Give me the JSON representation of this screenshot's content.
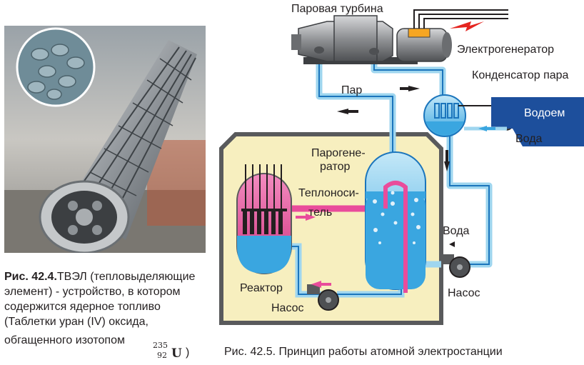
{
  "photo": {
    "description_icon": "fuel-rod-photo"
  },
  "caption_left": {
    "bold": "Рис. 42.4.",
    "line1": "ТВЭЛ (тепловыделяющие",
    "line2": "элемент) - устройство, в котором",
    "line3": "содержится ядерное топливо",
    "line4": "(Таблетки уран (IV) оксида,",
    "line5": "обгащенного изотопом",
    "isotope_mass": "235",
    "isotope_number": "92",
    "isotope_symbol": "U",
    "close_paren": ")"
  },
  "diagram": {
    "labels": {
      "turbine": "Паровая турбина",
      "generator": "Электрогенератор",
      "condenser": "Конденсатор пара",
      "reservoir": "Водоем",
      "water_right": "Вода",
      "steam": "Пар",
      "steam_generator_1": "Парогене-",
      "steam_generator_2": "ратор",
      "coolant_1": "Теплоноси-",
      "coolant_2": "тель",
      "water_mid": "Вода",
      "reactor": "Реактор",
      "pump_right": "Насос",
      "pump_left": "Насос"
    },
    "colors": {
      "pipe_blue": "#9fd6ef",
      "water_blue": "#3aa6e0",
      "coolant_pink": "#e94c9b",
      "containment": "#f7efbf",
      "containment_border": "#595a5c",
      "generator_red": "#e52520",
      "reservoir": "#1d4f9c"
    }
  },
  "caption_right": "Рис. 42.5. Принцип работы атомной электростанции"
}
